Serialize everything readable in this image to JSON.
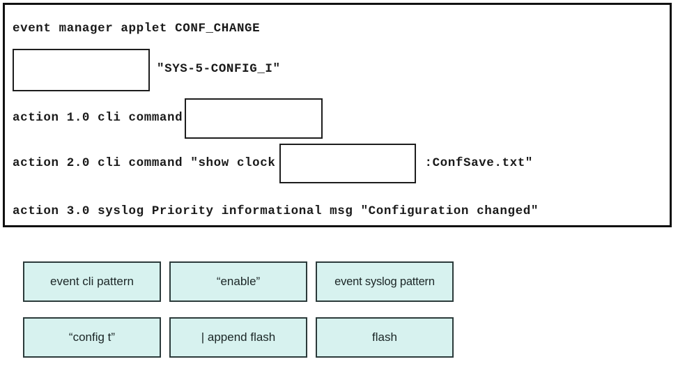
{
  "config_panel": {
    "line_applet": "event manager applet CONF_CHANGE",
    "line_event_pattern_suffix": "\"SYS-5-CONFIG_I\"",
    "line_action1_prefix": "action 1.0 cli command",
    "line_action2_prefix": "action 2.0 cli command \"show clock",
    "line_action2_suffix": ":ConfSave.txt\"",
    "line_action3": "action 3.0 syslog Priority informational msg \"Configuration changed\"",
    "drop_targets": [
      {
        "id": "drop-event-pattern",
        "value": ""
      },
      {
        "id": "drop-action1-cmd",
        "value": ""
      },
      {
        "id": "drop-action2-path",
        "value": ""
      }
    ]
  },
  "tile_bank": {
    "fill_color": "#d7f2ef",
    "border_color": "#2b3a3a",
    "rows": [
      [
        {
          "label": "event cli pattern"
        },
        {
          "label": "“enable”"
        },
        {
          "label": "event syslog pattern"
        }
      ],
      [
        {
          "label": "“config t”"
        },
        {
          "label": "| append flash"
        },
        {
          "label": "flash"
        }
      ]
    ]
  }
}
